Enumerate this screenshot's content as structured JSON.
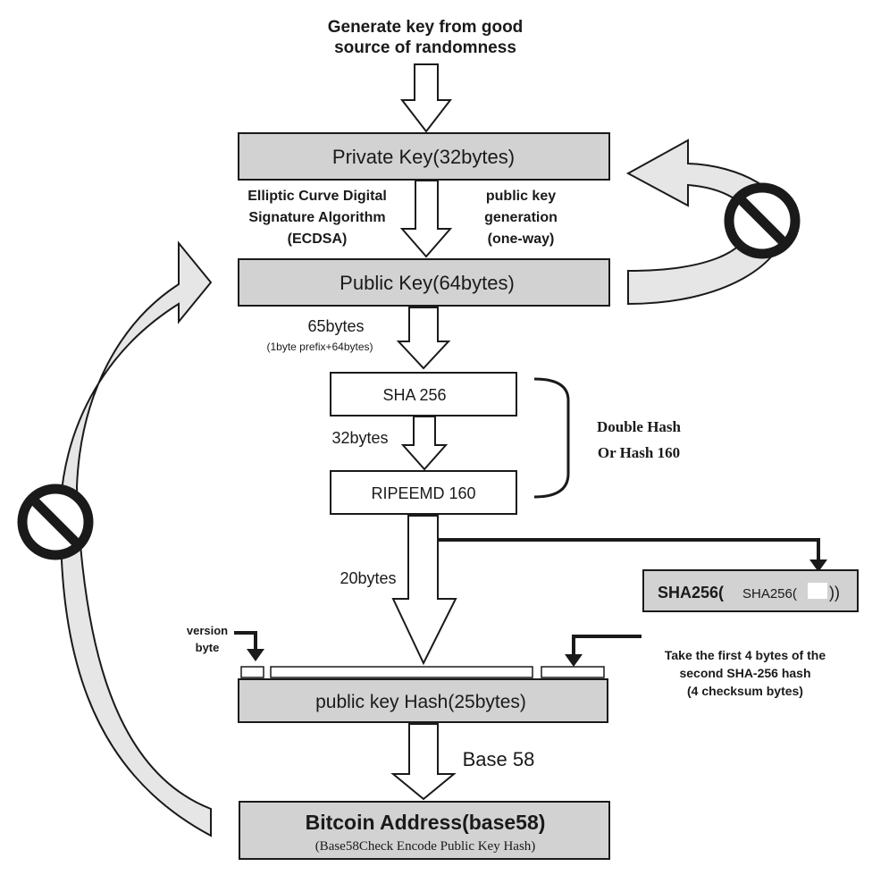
{
  "top_caption": [
    "Generate key from good",
    "source of randomness"
  ],
  "private_key": "Private Key(32bytes)",
  "ecdsa_label": [
    "Elliptic Curve Digital",
    "Signature Algorithm",
    "(ECDSA)"
  ],
  "one_way_label": [
    "public key",
    "generation",
    "(one-way)"
  ],
  "public_key": "Public Key(64bytes)",
  "bytes65": "65bytes",
  "bytes65_note": "(1byte prefix+64bytes)",
  "sha256": "SHA 256",
  "bytes32": "32bytes",
  "ripemd": "RIPEEMD 160",
  "double_hash": [
    "Double Hash",
    "Or Hash 160"
  ],
  "bytes20": "20bytes",
  "checksum_box": {
    "outer_open": "SHA256(",
    "inner": "SHA256(",
    "close": "))"
  },
  "checksum_note": [
    "Take the first 4 bytes of the",
    "second SHA-256 hash",
    "(4 checksum bytes)"
  ],
  "version_byte": [
    "version",
    "byte"
  ],
  "pkh": "public key Hash(25bytes)",
  "base58": "Base 58",
  "address_title": "Bitcoin Address(base58)",
  "address_sub": "(Base58Check Encode Public Key Hash)",
  "icons": {
    "no_symbol": "prohibited-icon"
  },
  "colors": {
    "box_fill": "#d2d2d2",
    "arrow_fill": "#e6e6e6",
    "stroke": "#1a1a1a"
  }
}
